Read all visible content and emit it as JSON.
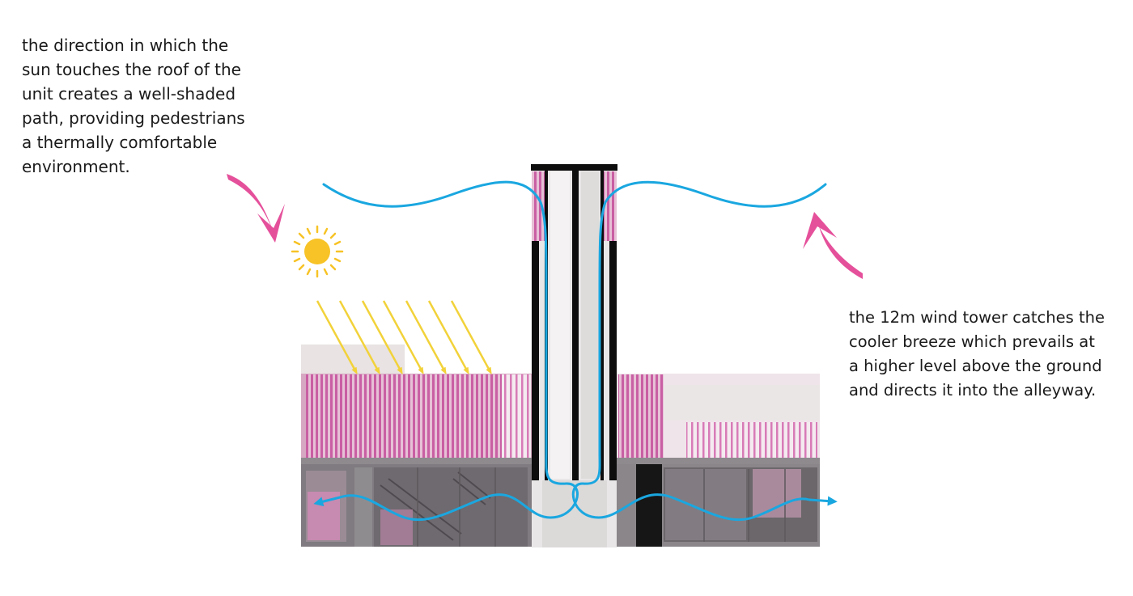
{
  "annotations": {
    "sun": {
      "text": "the direction in which the sun touches the roof of the unit creates a well-shaded path, providing pedestrians a thermally comfortable environment.",
      "lines": [
        "the direction in which the",
        "sun touches the roof of the",
        "unit creates a well-shaded",
        "path, providing pedestrians",
        "a thermally comfortable",
        "environment."
      ]
    },
    "wind": {
      "text": "the 12m wind tower catches the cooler breeze which prevails at a higher level above the ground and directs it into the alleyway.",
      "lines": [
        "the 12m wind tower catches the",
        "cooler breeze which prevails at",
        "a higher level above the ground",
        "and directs it into the alleyway."
      ]
    }
  },
  "colors": {
    "wind_flow": "#1aa7e0",
    "sun": "#f7c326",
    "sun_rays": "#f2d23a",
    "pointer_arrows": "#e5509b",
    "fins": "#d980b8",
    "facade": "#d9a9c4",
    "tower": "#e6e6e6",
    "tower_frame": "#0d0d0d",
    "glazing": "#7d7a7e",
    "wall": "#e9e6e6"
  },
  "icons": {
    "sun": "sun-icon",
    "sun_pointer": "curved-arrow-down-icon",
    "wind_pointer": "curved-arrow-up-icon"
  }
}
